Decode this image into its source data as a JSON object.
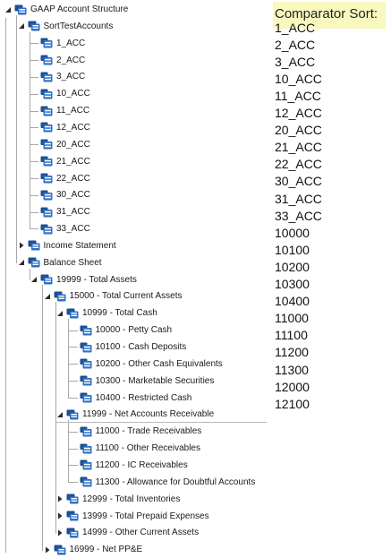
{
  "tree": {
    "nodes": [
      {
        "label": "GAAP Account Structure",
        "level": 0,
        "expander": "expanded",
        "icon": "account-folder-icon"
      },
      {
        "label": "SortTestAccounts",
        "level": 1,
        "expander": "expanded",
        "icon": "account-folder-icon"
      },
      {
        "label": "1_ACC",
        "level": 2,
        "expander": "none",
        "icon": "account-icon"
      },
      {
        "label": "2_ACC",
        "level": 2,
        "expander": "none",
        "icon": "account-icon"
      },
      {
        "label": "3_ACC",
        "level": 2,
        "expander": "none",
        "icon": "account-icon"
      },
      {
        "label": "10_ACC",
        "level": 2,
        "expander": "none",
        "icon": "account-icon"
      },
      {
        "label": "11_ACC",
        "level": 2,
        "expander": "none",
        "icon": "account-icon"
      },
      {
        "label": "12_ACC",
        "level": 2,
        "expander": "none",
        "icon": "account-icon"
      },
      {
        "label": "20_ACC",
        "level": 2,
        "expander": "none",
        "icon": "account-icon"
      },
      {
        "label": "21_ACC",
        "level": 2,
        "expander": "none",
        "icon": "account-icon"
      },
      {
        "label": "22_ACC",
        "level": 2,
        "expander": "none",
        "icon": "account-icon"
      },
      {
        "label": "30_ACC",
        "level": 2,
        "expander": "none",
        "icon": "account-icon"
      },
      {
        "label": "31_ACC",
        "level": 2,
        "expander": "none",
        "icon": "account-icon"
      },
      {
        "label": "33_ACC",
        "level": 2,
        "expander": "none",
        "icon": "account-icon"
      },
      {
        "label": "Income Statement",
        "level": 1,
        "expander": "collapsed",
        "icon": "account-folder-icon"
      },
      {
        "label": "Balance Sheet",
        "level": 1,
        "expander": "expanded",
        "icon": "account-folder-icon"
      },
      {
        "label": "19999 - Total Assets",
        "level": 2,
        "expander": "expanded",
        "icon": "account-folder-icon"
      },
      {
        "label": "15000 - Total Current Assets",
        "level": 3,
        "expander": "expanded",
        "icon": "account-folder-icon"
      },
      {
        "label": "10999 - Total Cash",
        "level": 4,
        "expander": "expanded",
        "icon": "account-folder-icon"
      },
      {
        "label": "10000 - Petty Cash",
        "level": 5,
        "expander": "none",
        "icon": "account-icon"
      },
      {
        "label": "10100 - Cash Deposits",
        "level": 5,
        "expander": "none",
        "icon": "account-icon"
      },
      {
        "label": "10200 - Other Cash Equivalents",
        "level": 5,
        "expander": "none",
        "icon": "account-icon"
      },
      {
        "label": "10300 - Marketable Securities",
        "level": 5,
        "expander": "none",
        "icon": "account-icon"
      },
      {
        "label": "10400 - Restricted Cash",
        "level": 5,
        "expander": "none",
        "icon": "account-icon"
      },
      {
        "label": "11999 - Net Accounts Receivable",
        "level": 4,
        "expander": "expanded",
        "icon": "account-folder-icon",
        "selected": true
      },
      {
        "label": "11000 - Trade Receivables",
        "level": 5,
        "expander": "none",
        "icon": "account-icon"
      },
      {
        "label": "11100 - Other Receivables",
        "level": 5,
        "expander": "none",
        "icon": "account-icon"
      },
      {
        "label": "11200 - IC Receivables",
        "level": 5,
        "expander": "none",
        "icon": "account-icon"
      },
      {
        "label": "11300 - Allowance for Doubtful Accounts",
        "level": 5,
        "expander": "none",
        "icon": "account-icon"
      },
      {
        "label": "12999 - Total Inventories",
        "level": 4,
        "expander": "collapsed",
        "icon": "account-folder-icon"
      },
      {
        "label": "13999 - Total Prepaid Expenses",
        "level": 4,
        "expander": "collapsed",
        "icon": "account-folder-icon"
      },
      {
        "label": "14999 - Other Current Assets",
        "level": 4,
        "expander": "collapsed",
        "icon": "account-folder-icon"
      },
      {
        "label": "16999 - Net PP&E",
        "level": 3,
        "expander": "collapsed",
        "icon": "account-folder-icon"
      }
    ]
  },
  "comparator": {
    "title": "Comparator Sort:",
    "items": [
      "1_ACC",
      "2_ACC",
      "3_ACC",
      "10_ACC",
      "11_ACC",
      "12_ACC",
      "20_ACC",
      "21_ACC",
      "22_ACC",
      "30_ACC",
      "31_ACC",
      "33_ACC",
      "10000",
      "10100",
      "10200",
      "10300",
      "10400",
      "11000",
      "11100",
      "11200",
      "11300",
      "12000",
      "12100"
    ]
  },
  "colors": {
    "icon_blue": "#2f72c4",
    "icon_dark": "#1d4f91",
    "title_highlight": "#f8f8bf",
    "tree_line": "#a8a8a8"
  }
}
